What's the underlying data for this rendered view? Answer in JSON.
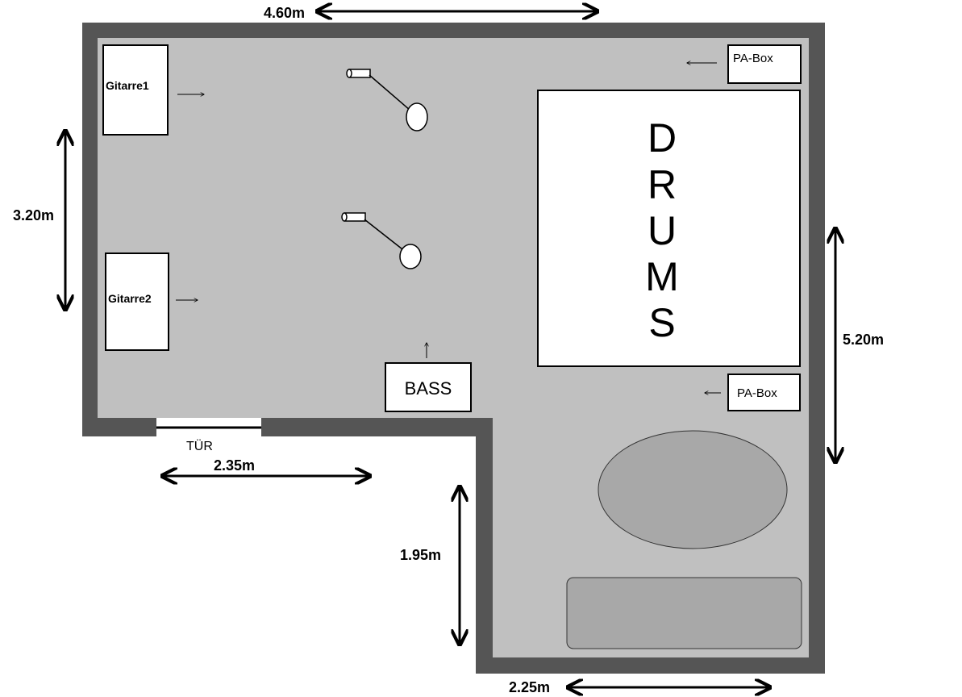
{
  "dimensions": {
    "top": "4.60m",
    "left": "3.20m",
    "right": "5.20m",
    "door_width": "2.35m",
    "lower_left": "1.95m",
    "bottom": "2.25m"
  },
  "labels": {
    "guitar1": "Gitarre1",
    "guitar2": "Gitarre2",
    "bass": "BASS",
    "pa_top": "PA-Box",
    "pa_bottom": "PA-Box",
    "door": "TÜR",
    "drums": [
      "D",
      "R",
      "U",
      "M",
      "S"
    ]
  },
  "colors": {
    "wall": "#555555",
    "floor": "#c0c0c0",
    "furniture": "#a8a8a8",
    "box": "#ffffff"
  }
}
